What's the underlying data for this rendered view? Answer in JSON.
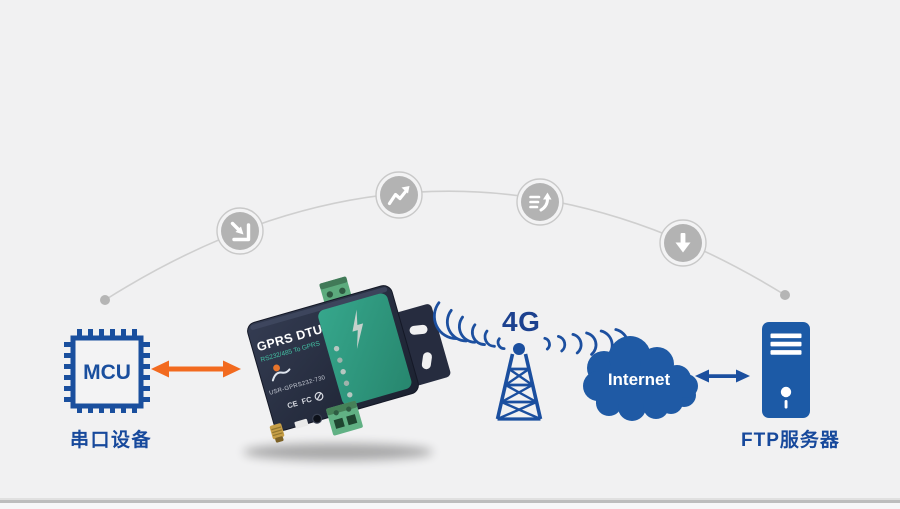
{
  "diagram_title": "GPRS DTU serial-to-FTP network topology",
  "colors": {
    "background": "#f1f1f2",
    "navy_accent": "#1b4f9f",
    "orange_arrow": "#f26a1f",
    "cloud_blue": "#1f5aa5",
    "server_blue": "#1c5aa6",
    "device_teal": "#2f9e85",
    "badge_gray": "#b3b3b3",
    "arc_gray": "#cfcfcf"
  },
  "arc_badges": [
    {
      "icon": "import-arrow-icon"
    },
    {
      "icon": "trend-up-icon"
    },
    {
      "icon": "list-export-icon"
    },
    {
      "icon": "download-arrow-icon"
    }
  ],
  "nodes": {
    "mcu": {
      "chip_label": "MCU",
      "caption": "串口设备"
    },
    "dtu": {
      "title": "GPRS DTU",
      "subtitle": "RS232/485 To GPRS",
      "model": "USR-GPRS232-730",
      "cert_ce": "CE",
      "cert_fcc": "FC"
    },
    "network": {
      "label": "4G"
    },
    "internet": {
      "label": "Internet"
    },
    "ftp": {
      "caption": "FTP服务器"
    }
  }
}
